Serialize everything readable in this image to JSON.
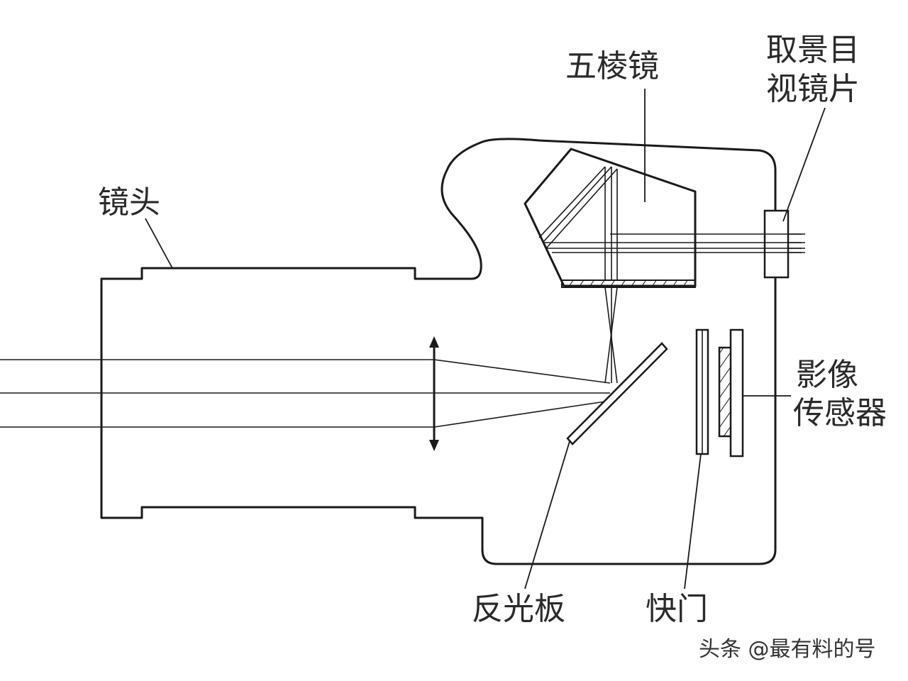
{
  "labels": {
    "pentaprism": "五棱镜",
    "viewfinder_line1": "取景目",
    "viewfinder_line2": "视镜片",
    "lens": "镜头",
    "image_sensor_line1": "影像",
    "image_sensor_line2": "传感器",
    "mirror": "反光板",
    "shutter": "快门"
  },
  "watermark": "头条 @最有料的号",
  "colors": {
    "stroke": "#1a1a1a",
    "text": "#2a2a2a",
    "background": "#ffffff"
  }
}
